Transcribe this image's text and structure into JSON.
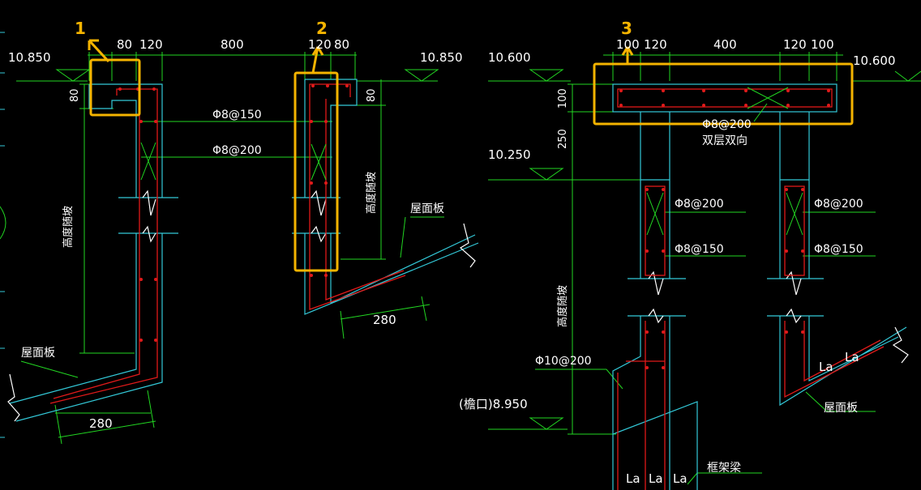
{
  "colors": {
    "background": "#000000",
    "outline": "#33c9d8",
    "dimension": "#22d622",
    "rebar": "#e01a1a",
    "text": "#ffffff",
    "highlight": "#f5b400"
  },
  "callouts": {
    "c1": "1",
    "c2": "2",
    "c3": "3"
  },
  "levels": {
    "l1": "10.850",
    "l2": "10.850",
    "l3": "10.600",
    "l4": "10.600",
    "l5": "10.250",
    "l6": "(檐口)8.950"
  },
  "dims": {
    "d80a": "80",
    "d120a": "120",
    "d800": "800",
    "d120b": "120",
    "d80b": "80",
    "d80v1": "80",
    "d80v2": "80",
    "d280a": "280",
    "d280b": "280",
    "d100a": "100",
    "d120c": "120",
    "d400": "400",
    "d120d": "120",
    "d100b": "100",
    "d100v": "100",
    "d250v": "250"
  },
  "notes": {
    "r150": "Φ8@150",
    "r200": "Φ8@200",
    "r200top": "Φ8@200",
    "shuangceng": "双层双向",
    "r200b": "Φ8@200",
    "r150b": "Φ8@150",
    "r200c": "Φ8@200",
    "r150c": "Φ8@150",
    "r10": "Φ10@200",
    "wumianban1": "屋面板",
    "wumianban2": "屋面板",
    "wumianban3": "屋面板",
    "kuangjialiang": "框架梁",
    "gaodu1": "高度随坡",
    "gaodu2": "高度随坡",
    "gaodu3": "高度随坡",
    "la1": "La",
    "la2": "La",
    "la3": "La",
    "la4": "La",
    "la5": "La"
  }
}
